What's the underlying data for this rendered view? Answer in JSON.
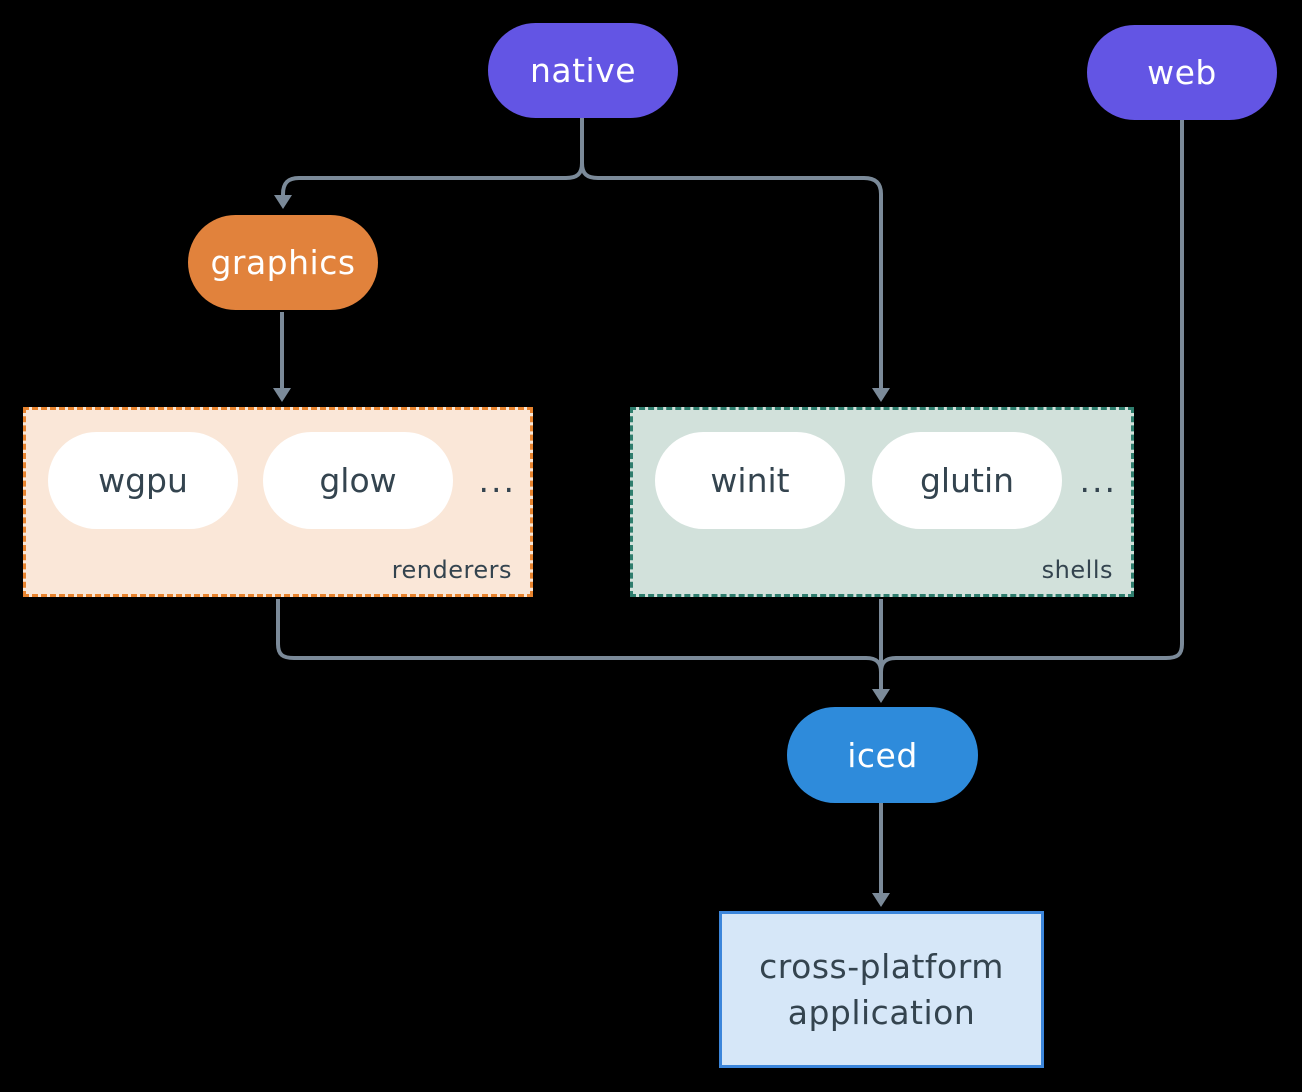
{
  "colors": {
    "background": "#000000",
    "connector": "#7B8A99",
    "purple": "#6355E4",
    "orange": "#E1823C",
    "blue": "#2E8BDB",
    "peach_bg": "#FAE7D8",
    "peach_border": "#E8842F",
    "sage_bg": "#D2E1DB",
    "sage_border": "#2F7E6E",
    "app_bg": "#D6E7F8",
    "app_border": "#3C86DB",
    "dark_text": "#34444F",
    "white_text": "#FFFFFF"
  },
  "nodes": {
    "native": {
      "label": "native"
    },
    "web": {
      "label": "web"
    },
    "graphics": {
      "label": "graphics"
    },
    "iced": {
      "label": "iced"
    }
  },
  "groups": {
    "renderers": {
      "label": "renderers",
      "items": [
        "wgpu",
        "glow"
      ],
      "ellipsis": "..."
    },
    "shells": {
      "label": "shells",
      "items": [
        "winit",
        "glutin"
      ],
      "ellipsis": "..."
    }
  },
  "app_box": {
    "line1": "cross-platform",
    "line2": "application"
  }
}
